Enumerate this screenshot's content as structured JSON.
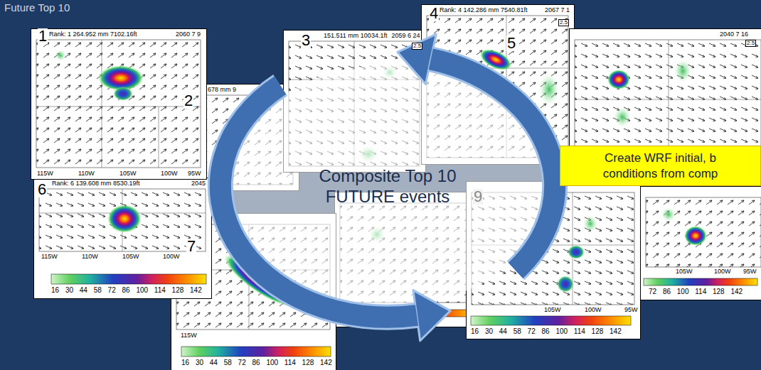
{
  "diagram": {
    "title": "Future Top 10",
    "nodes": [
      {
        "text": [
          "Rank: 1 264.952 mm 7102.16ft",
          "2060 7 9"
        ]
      },
      {
        "text": [
          "678 mm 9"
        ]
      },
      {
        "text": [
          "151.511 mm 10034.1ft",
          "2059 6 24"
        ]
      },
      {
        "text": [
          "Rank: 4 142.286 mm 7540.81ft",
          "2067 7 1"
        ]
      },
      {
        "text": [
          "2040 7 16"
        ]
      },
      {
        "text": [
          "Composite Top 10 FUTURE events"
        ]
      },
      {
        "text": [
          "Create WRF initial, b conditions from comp"
        ]
      },
      {
        "text": [
          "Rank: 6 139.608 mm 8530.19ft",
          "2045"
        ]
      }
    ],
    "labels": [
      "1",
      "2",
      "3",
      "4",
      "5",
      "6",
      "7",
      "9",
      "2.5",
      "2.5",
      "2.5",
      "115W",
      "110W",
      "105W",
      "100W",
      "95W",
      "115W",
      "110W",
      "105W",
      "100W",
      "16 30 44 58 72 86 100 114 128 142",
      "115W",
      "16 30 44 58 72 86 100 114 128 142",
      "105W",
      "100W",
      "95W",
      "16 30 44 58 72 86 100 114 128 142",
      "105W",
      "100W",
      "95W",
      "72 86 100 114 128 142"
    ]
  }
}
